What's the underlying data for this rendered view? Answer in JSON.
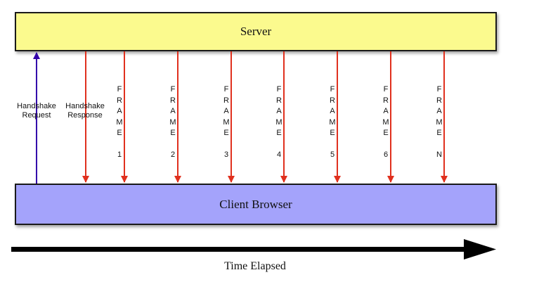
{
  "server": {
    "label": "Server",
    "fill": "#fbfa8e"
  },
  "client": {
    "label": "Client Browser",
    "fill": "#a4a3fb"
  },
  "handshake_request": {
    "line1": "Handshake",
    "line2": "Request",
    "color": "#3300aa"
  },
  "handshake_response": {
    "line1": "Handshake",
    "line2": "Response",
    "color": "#e0301e"
  },
  "frame_word": "FRAME",
  "frames": [
    {
      "number": "1"
    },
    {
      "number": "2"
    },
    {
      "number": "3"
    },
    {
      "number": "4"
    },
    {
      "number": "5"
    },
    {
      "number": "6"
    },
    {
      "number": "N"
    }
  ],
  "timeline": {
    "label": "Time Elapsed"
  }
}
